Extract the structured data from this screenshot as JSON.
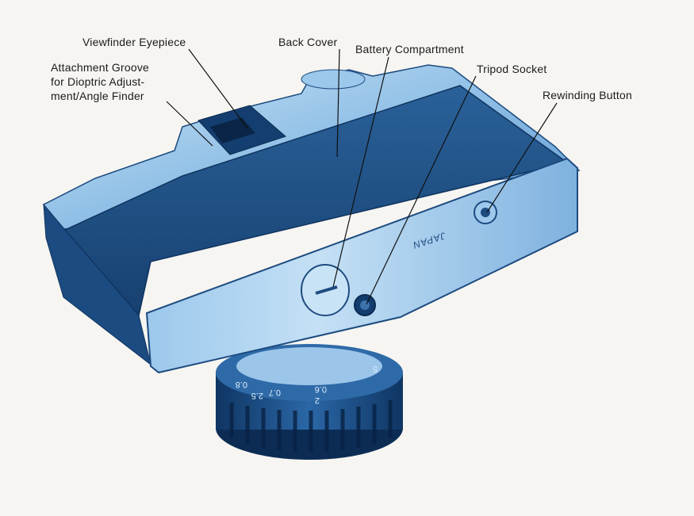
{
  "diagram": {
    "image_description_icon": "camera-bottom-view-illustration",
    "engraving": "JAPAN",
    "lens_scale_numbers": [
      "0.6",
      "0.7",
      "0.8",
      "2",
      "2.5",
      "5"
    ],
    "callouts": [
      {
        "id": "viewfinder-eyepiece",
        "lines": [
          "Viewfinder Eyepiece"
        ]
      },
      {
        "id": "attachment-groove",
        "lines": [
          "Attachment Groove",
          "for Dioptric Adjust-",
          "ment/Angle Finder"
        ]
      },
      {
        "id": "back-cover",
        "lines": [
          "Back Cover"
        ]
      },
      {
        "id": "battery-compartment",
        "lines": [
          "Battery Compartment"
        ]
      },
      {
        "id": "tripod-socket",
        "lines": [
          "Tripod Socket"
        ]
      },
      {
        "id": "rewinding-button",
        "lines": [
          "Rewinding Button"
        ]
      }
    ]
  },
  "colors": {
    "background": "#f6f5f1",
    "camera_dark": "#1f4f86",
    "camera_mid": "#3d78b8",
    "camera_light": "#a9d0ef",
    "leader_line": "#111111"
  }
}
